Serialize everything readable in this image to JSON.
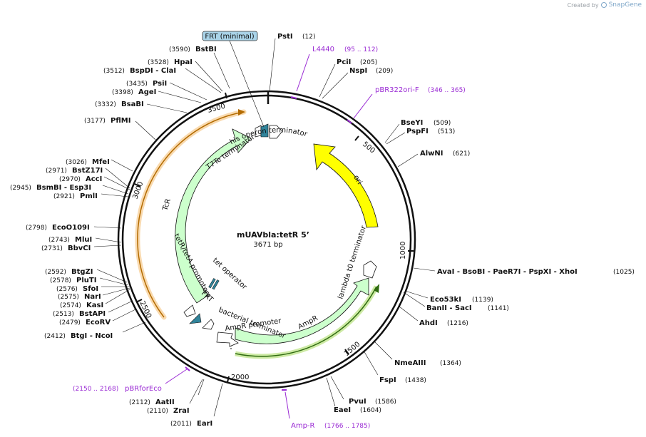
{
  "watermark": {
    "created_by": "Created by",
    "brand": "SnapGene"
  },
  "plasmid": {
    "name": "mUAVbla:tetR 5’",
    "size_label": "3671 bp",
    "length": 3671
  },
  "ticks": [
    {
      "pos": 500,
      "label": "500"
    },
    {
      "pos": 1000,
      "label": "1000"
    },
    {
      "pos": 1500,
      "label": "1500"
    },
    {
      "pos": 2000,
      "label": "2000"
    },
    {
      "pos": 2500,
      "label": "2500"
    },
    {
      "pos": 3000,
      "label": "3000"
    },
    {
      "pos": 3500,
      "label": "3500"
    }
  ],
  "enzymes": [
    {
      "name": "PstI",
      "pos": "(12)"
    },
    {
      "name": "PciI",
      "pos": "(205)"
    },
    {
      "name": "NspI",
      "pos": "(209)"
    },
    {
      "name": "BseYI",
      "pos": "(509)"
    },
    {
      "name": "PspFI",
      "pos": "(513)"
    },
    {
      "name": "AlwNI",
      "pos": "(621)"
    },
    {
      "name": "AvaI - BsoBI - PaeR7I - PspXI - XhoI",
      "pos": "(1025)"
    },
    {
      "name": "Eco53kI",
      "pos": "(1139)"
    },
    {
      "name": "BanII - SacI",
      "pos": "(1141)"
    },
    {
      "name": "AhdI",
      "pos": "(1216)"
    },
    {
      "name": "NmeAIII",
      "pos": "(1364)"
    },
    {
      "name": "FspI",
      "pos": "(1438)"
    },
    {
      "name": "PvuI",
      "pos": "(1586)"
    },
    {
      "name": "EaeI",
      "pos": "(1604)"
    },
    {
      "name": "EarI",
      "pos": "(2011)"
    },
    {
      "name": "ZraI",
      "pos": "(2110)"
    },
    {
      "name": "AatII",
      "pos": "(2112)"
    },
    {
      "name": "BtgI - NcoI",
      "pos": "(2412)"
    },
    {
      "name": "EcoRV",
      "pos": "(2479)"
    },
    {
      "name": "BstAPI",
      "pos": "(2513)"
    },
    {
      "name": "KasI",
      "pos": "(2574)"
    },
    {
      "name": "NarI",
      "pos": "(2575)"
    },
    {
      "name": "SfoI",
      "pos": "(2576)"
    },
    {
      "name": "PluTI",
      "pos": "(2578)"
    },
    {
      "name": "BtgZI",
      "pos": "(2592)"
    },
    {
      "name": "BbvCI",
      "pos": "(2731)"
    },
    {
      "name": "MluI",
      "pos": "(2743)"
    },
    {
      "name": "EcoO109I",
      "pos": "(2798)"
    },
    {
      "name": "PmlI",
      "pos": "(2921)"
    },
    {
      "name": "BsmBI - Esp3I",
      "pos": "(2945)"
    },
    {
      "name": "AccI",
      "pos": "(2970)"
    },
    {
      "name": "BstZ17I",
      "pos": "(2971)"
    },
    {
      "name": "MfeI",
      "pos": "(3026)"
    },
    {
      "name": "PflMI",
      "pos": "(3177)"
    },
    {
      "name": "BsaBI",
      "pos": "(3332)"
    },
    {
      "name": "AgeI",
      "pos": "(3398)"
    },
    {
      "name": "PsiI",
      "pos": "(3435)"
    },
    {
      "name": "BspDI - ClaI",
      "pos": "(3512)"
    },
    {
      "name": "HpaI",
      "pos": "(3528)"
    },
    {
      "name": "BstBI",
      "pos": "(3590)"
    }
  ],
  "primers": [
    {
      "name": "L4440",
      "range": "(95 .. 112)"
    },
    {
      "name": "pBR322ori-F",
      "range": "(346 .. 365)"
    },
    {
      "name": "Amp-R",
      "range": "(1766 .. 1785)"
    },
    {
      "name": "pBRforEco",
      "range": "(2150 .. 2168)"
    }
  ],
  "highlight": {
    "label": "FRT (minimal)"
  },
  "features": [
    {
      "label": "his operon terminator"
    },
    {
      "label": "ori"
    },
    {
      "label": "lambda t0 terminator"
    },
    {
      "label": "AmpR"
    },
    {
      "label": "AmpR promoter"
    },
    {
      "label": "bacterial terminator"
    },
    {
      "label": "FRT"
    },
    {
      "label": "tet operator"
    },
    {
      "label": "tetR/tetA promoters"
    },
    {
      "label": "TcR"
    },
    {
      "label": "T7Te terminator"
    }
  ],
  "colors": {
    "ori": "#ffff00",
    "cds": "#ccffcc",
    "operator": "#31849b",
    "primer": "#9a2bd4",
    "orf_highlight": "#f2ac4e",
    "amp_highlight": "#9bd64a"
  }
}
